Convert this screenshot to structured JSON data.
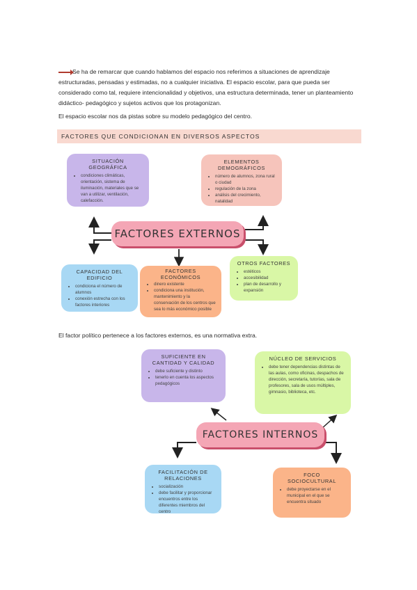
{
  "intro": {
    "paragraph1": "Se ha de remarcar que cuando hablamos del espacio nos referimos a situaciones de aprendizaje estructuradas, pensadas y estimadas, no a cualquier iniciativa. El espacio escolar, para que pueda ser considerado como tal, requiere intencionalidad y objetivos, una estructura determinada, tener un planteamiento didáctico- pedagógico y sujetos activos que los protagonizan.",
    "paragraph2": "El espacio escolar nos da pistas sobre su modelo pedagógico del centro."
  },
  "section_header": "FACTORES QUE CONDICIONAN EN DIVERSOS ASPECTOS",
  "externos": {
    "title": "FACTORES EXTERNOS",
    "situacion": {
      "title": "SITUACIÓN GEOGRÁFICA",
      "items": [
        "condiciones climáticas, orientación, sistema de iluminación, materiales que se van a utilizar, ventilación, calefacción."
      ]
    },
    "demograficos": {
      "title": "ELEMENTOS DEMOGRÁFICOS",
      "items": [
        "número de alumnos, zona rural o ciudad",
        "regulación de la zona",
        "análisis del crecimiento, natalidad"
      ]
    },
    "capacidad": {
      "title": "CAPACIDAD DEL EDIFICIO",
      "items": [
        "condiciona el número de alumnos",
        "conexión estrecha con los factores interiores"
      ]
    },
    "economicos": {
      "title": "FACTORES ECONÓMICOS",
      "items": [
        "dinero existente",
        "condiciona una institución, mantenimiento y la conservación de los centros que sea lo más económico posible"
      ]
    },
    "otros": {
      "title": "OTROS FACTORES",
      "items": [
        "estéticos",
        "accesibilidad",
        "plan de desarrollo y expansión"
      ]
    }
  },
  "note": "El factor político pertenece a los factores externos, es una normativa extra.",
  "internos": {
    "title": "FACTORES INTERNOS",
    "suficiente": {
      "title": "SUFICIENTE EN CANTIDAD Y CALIDAD",
      "items": [
        "debe suficiente y distinto",
        "tenerlo en cuenta los aspectos pedagógicos"
      ]
    },
    "nucleo": {
      "title": "NÚCLEO DE SERVICIOS",
      "items": [
        "debe tener dependencias distintas de las aulas, como oficinas, despachos de dirección, secretaría, tutorías, sala de profesores, sala de usos múltiples, gimnasio, biblioteca, etc."
      ]
    },
    "facilitacion": {
      "title": "FACILITACIÓN DE RELACIONES",
      "items": [
        "socialización",
        "debe facilitar y proporcionar encuentros entre los diferentes miembros del centro"
      ]
    },
    "foco": {
      "title": "FOCO SOCIOCULTURAL",
      "items": [
        "debe proyectarse en el municipal en el que se encuentra situado"
      ]
    }
  }
}
